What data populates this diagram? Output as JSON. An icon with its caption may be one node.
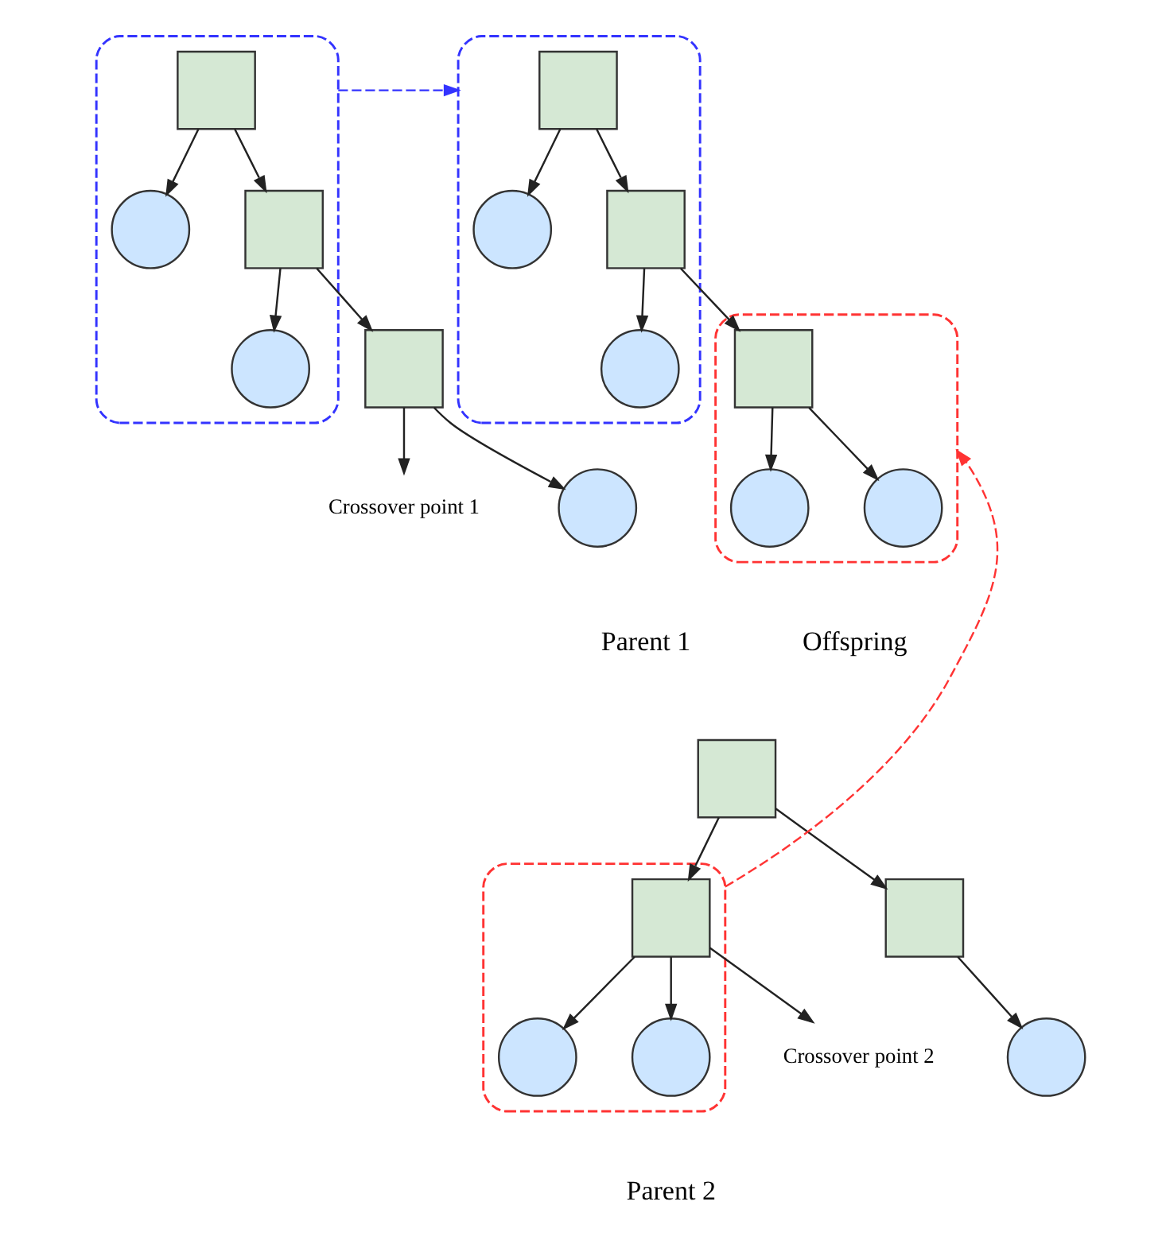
{
  "diagram": {
    "nodes": [
      {
        "text": [],
        "shape": "blob"
      },
      {
        "text": [],
        "shape": "box",
        "in": 0
      },
      {
        "text": [],
        "shape": "circle",
        "in": 0
      },
      {
        "text": [],
        "shape": "box",
        "in": 0
      },
      {
        "text": [],
        "shape": "box"
      },
      {
        "text": [],
        "shape": "circle",
        "in": 0
      },
      {
        "text": [
          "Crossover point 1"
        ]
      },
      {
        "text": [],
        "shape": "circle"
      },
      {
        "text": [],
        "shape": "blob"
      },
      {
        "text": [],
        "shape": "box",
        "in": 8
      },
      {
        "text": [],
        "shape": "circle",
        "in": 8
      },
      {
        "text": [],
        "shape": "box",
        "in": 8
      },
      {
        "text": [],
        "shape": "blob"
      },
      {
        "text": [],
        "shape": "box",
        "in": 12
      },
      {
        "text": [],
        "shape": "circle",
        "in": 8
      },
      {
        "text": [],
        "shape": "circle",
        "in": 12
      },
      {
        "text": [],
        "shape": "circle",
        "in": 12
      },
      {
        "text": [],
        "shape": "box"
      },
      {
        "text": [],
        "shape": "box"
      },
      {
        "text": [],
        "shape": "blob"
      },
      {
        "text": [],
        "shape": "box",
        "in": 19
      },
      {
        "text": [
          "Crossover point 2"
        ]
      },
      {
        "text": [],
        "shape": "circle"
      },
      {
        "text": [],
        "shape": "circle",
        "in": 19
      },
      {
        "text": [],
        "shape": "circle",
        "in": 19
      }
    ],
    "edges": [
      {
        "from": 1,
        "to": 2,
        "arrow": "to"
      },
      {
        "from": 1,
        "to": 3,
        "arrow": "to"
      },
      {
        "from": 3,
        "to": 4,
        "arrow": "to"
      },
      {
        "from": 3,
        "to": 5,
        "arrow": "to"
      },
      {
        "from": 4,
        "to": 7,
        "arrow": "to"
      },
      {
        "from": 4,
        "to": 6,
        "arrow": "to"
      },
      {
        "from": 9,
        "to": 10,
        "arrow": "to"
      },
      {
        "from": 9,
        "to": 11,
        "arrow": "to"
      },
      {
        "from": 11,
        "to": 13,
        "arrow": "to"
      },
      {
        "from": 11,
        "to": 14,
        "arrow": "to"
      },
      {
        "from": 13,
        "to": 15,
        "arrow": "to"
      },
      {
        "from": 13,
        "to": 16,
        "arrow": "to"
      },
      {
        "from": 17,
        "to": 18,
        "arrow": "to"
      },
      {
        "from": 17,
        "to": 20,
        "arrow": "to"
      },
      {
        "from": 18,
        "to": 22,
        "arrow": "to"
      },
      {
        "from": 20,
        "to": 23,
        "arrow": "to"
      },
      {
        "from": 20,
        "to": 24,
        "arrow": "to"
      },
      {
        "from": 20,
        "to": 21,
        "arrow": "to"
      },
      {
        "from": 0,
        "to": 8,
        "arrow": "to",
        "style": "dashed",
        "color": "#3333ff"
      },
      {
        "from": 19,
        "to": 12,
        "arrow": "to",
        "style": "dashed",
        "color": "#ff3333"
      }
    ],
    "labels": [
      "Parent 1",
      "Offspring",
      "Parent 2"
    ]
  }
}
